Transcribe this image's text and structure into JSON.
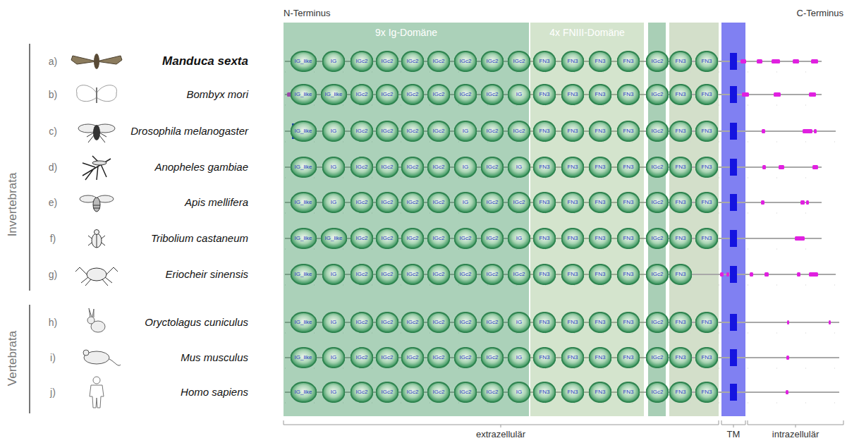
{
  "diagram": {
    "nodes": [
      {
        "text": [
          "9x Ig-Domäne"
        ]
      },
      {
        "text": [
          "4x FNIII-Domäne"
        ]
      },
      {
        "text": [
          "IG_like"
        ],
        "in": 0
      },
      {
        "text": [
          "IG"
        ],
        "in": 0
      },
      {
        "text": [
          "IGc2"
        ],
        "in": 0
      },
      {
        "text": [
          "IGc2"
        ],
        "in": 0
      },
      {
        "text": [
          "IGc2"
        ],
        "in": 0
      },
      {
        "text": [
          "IGc2"
        ],
        "in": 0
      },
      {
        "text": [
          "IGc2"
        ],
        "in": 0
      },
      {
        "text": [
          "IGc2"
        ],
        "in": 0
      },
      {
        "text": [
          "IGc2"
        ],
        "in": 0
      },
      {
        "text": [
          "FN3"
        ],
        "in": 1
      },
      {
        "text": [
          "FN3"
        ],
        "in": 1
      },
      {
        "text": [
          "FN3"
        ],
        "in": 1
      },
      {
        "text": [
          "FN3"
        ],
        "in": 1
      },
      {
        "text": [
          "IGc2"
        ]
      },
      {
        "text": [
          "FN3"
        ]
      },
      {
        "text": [
          "FN3"
        ]
      },
      {
        "text": [
          "IG_like"
        ],
        "in": 0
      },
      {
        "text": [
          "IG_like"
        ],
        "in": 0
      },
      {
        "text": [
          "IGc2"
        ],
        "in": 0
      },
      {
        "text": [
          "IGc2"
        ],
        "in": 0
      },
      {
        "text": [
          "IGc2"
        ],
        "in": 0
      },
      {
        "text": [
          "IGc2"
        ],
        "in": 0
      },
      {
        "text": [
          "IGc2"
        ],
        "in": 0
      },
      {
        "text": [
          "IGc2"
        ],
        "in": 0
      },
      {
        "text": [
          "IG"
        ],
        "in": 0
      },
      {
        "text": [
          "FN3"
        ],
        "in": 1
      },
      {
        "text": [
          "FN3"
        ],
        "in": 1
      },
      {
        "text": [
          "FN3"
        ],
        "in": 1
      },
      {
        "text": [
          "FN3"
        ],
        "in": 1
      },
      {
        "text": [
          "IGc2"
        ]
      },
      {
        "text": [
          "FN3"
        ]
      },
      {
        "text": [
          "FN3"
        ]
      },
      {
        "text": [
          "IG_like"
        ],
        "in": 0
      },
      {
        "text": [
          "IG"
        ],
        "in": 0
      },
      {
        "text": [
          "IGc2"
        ],
        "in": 0
      },
      {
        "text": [
          "IGc2"
        ],
        "in": 0
      },
      {
        "text": [
          "IGc2"
        ],
        "in": 0
      },
      {
        "text": [
          "IGc2"
        ],
        "in": 0
      },
      {
        "text": [
          "IG"
        ],
        "in": 0
      },
      {
        "text": [
          "IGc2"
        ],
        "in": 0
      },
      {
        "text": [
          "IGc2"
        ],
        "in": 0
      },
      {
        "text": [
          "FN3"
        ],
        "in": 1
      },
      {
        "text": [
          "FN3"
        ],
        "in": 1
      },
      {
        "text": [
          "FN3"
        ],
        "in": 1
      },
      {
        "text": [
          "FN3"
        ],
        "in": 1
      },
      {
        "text": [
          "IGc2"
        ]
      },
      {
        "text": [
          "FN3"
        ]
      },
      {
        "text": [
          "FN3"
        ]
      },
      {
        "text": [
          "IG_like"
        ],
        "in": 0
      },
      {
        "text": [
          "IG"
        ],
        "in": 0
      },
      {
        "text": [
          "IGc2"
        ],
        "in": 0
      },
      {
        "text": [
          "IGc2"
        ],
        "in": 0
      },
      {
        "text": [
          "IGc2"
        ],
        "in": 0
      },
      {
        "text": [
          "IGc2"
        ],
        "in": 0
      },
      {
        "text": [
          "IG"
        ],
        "in": 0
      },
      {
        "text": [
          "IGc2"
        ],
        "in": 0
      },
      {
        "text": [
          "IG"
        ],
        "in": 0
      },
      {
        "text": [
          "FN3"
        ],
        "in": 1
      },
      {
        "text": [
          "FN3"
        ],
        "in": 1
      },
      {
        "text": [
          "FN3"
        ],
        "in": 1
      },
      {
        "text": [
          "FN3"
        ],
        "in": 1
      },
      {
        "text": [
          "IGc2"
        ]
      },
      {
        "text": [
          "FN3"
        ]
      },
      {
        "text": [
          "FN3"
        ]
      },
      {
        "text": [
          "IG_like"
        ],
        "in": 0
      },
      {
        "text": [
          "IG"
        ],
        "in": 0
      },
      {
        "text": [
          "IGc2"
        ],
        "in": 0
      },
      {
        "text": [
          "IGc2"
        ],
        "in": 0
      },
      {
        "text": [
          "IGc2"
        ],
        "in": 0
      },
      {
        "text": [
          "IGc2"
        ],
        "in": 0
      },
      {
        "text": [
          "IG"
        ],
        "in": 0
      },
      {
        "text": [
          "IGc2"
        ],
        "in": 0
      },
      {
        "text": [
          "IGc2"
        ],
        "in": 0
      },
      {
        "text": [
          "FN3"
        ],
        "in": 1
      },
      {
        "text": [
          "FN3"
        ],
        "in": 1
      },
      {
        "text": [
          "FN3"
        ],
        "in": 1
      },
      {
        "text": [
          "FN3"
        ],
        "in": 1
      },
      {
        "text": [
          "IGc2"
        ]
      },
      {
        "text": [
          "FN3"
        ]
      },
      {
        "text": [
          "FN3"
        ]
      },
      {
        "text": [
          "IG_like"
        ],
        "in": 0
      },
      {
        "text": [
          "IG_like"
        ],
        "in": 0
      },
      {
        "text": [
          "IGc2"
        ],
        "in": 0
      },
      {
        "text": [
          "IGc2"
        ],
        "in": 0
      },
      {
        "text": [
          "IGc2"
        ],
        "in": 0
      },
      {
        "text": [
          "IGc2"
        ],
        "in": 0
      },
      {
        "text": [
          "IGc2"
        ],
        "in": 0
      },
      {
        "text": [
          "IGc2"
        ],
        "in": 0
      },
      {
        "text": [
          "IG"
        ],
        "in": 0
      },
      {
        "text": [
          "FN3"
        ],
        "in": 1
      },
      {
        "text": [
          "FN3"
        ],
        "in": 1
      },
      {
        "text": [
          "FN3"
        ],
        "in": 1
      },
      {
        "text": [
          "FN3"
        ],
        "in": 1
      },
      {
        "text": [
          "IGc2"
        ]
      },
      {
        "text": [
          "FN3"
        ]
      },
      {
        "text": [
          "FN3"
        ]
      },
      {
        "text": [
          "IG_like"
        ],
        "in": 0
      },
      {
        "text": [
          "IG"
        ],
        "in": 0
      },
      {
        "text": [
          "IGc2"
        ],
        "in": 0
      },
      {
        "text": [
          "IGc2"
        ],
        "in": 0
      },
      {
        "text": [
          "IGc2"
        ],
        "in": 0
      },
      {
        "text": [
          "IGc2"
        ],
        "in": 0
      },
      {
        "text": [
          "IGc2"
        ],
        "in": 0
      },
      {
        "text": [
          "IGc2"
        ],
        "in": 0
      },
      {
        "text": [
          "IGc2"
        ],
        "in": 0
      },
      {
        "text": [
          "FN3"
        ],
        "in": 1
      },
      {
        "text": [
          "FN3"
        ],
        "in": 1
      },
      {
        "text": [
          "FN3"
        ],
        "in": 1
      },
      {
        "text": [
          "FN3"
        ],
        "in": 1
      },
      {
        "text": [
          "IGc2"
        ]
      },
      {
        "text": [
          "FN3"
        ]
      },
      {
        "text": [
          "IG_like"
        ],
        "in": 0
      },
      {
        "text": [
          "IG"
        ],
        "in": 0
      },
      {
        "text": [
          "IGc2"
        ],
        "in": 0
      },
      {
        "text": [
          "IGc2"
        ],
        "in": 0
      },
      {
        "text": [
          "IGc2"
        ],
        "in": 0
      },
      {
        "text": [
          "IGc2"
        ],
        "in": 0
      },
      {
        "text": [
          "IGc2"
        ],
        "in": 0
      },
      {
        "text": [
          "IGc2"
        ],
        "in": 0
      },
      {
        "text": [
          "IG"
        ],
        "in": 0
      },
      {
        "text": [
          "FN3"
        ],
        "in": 1
      },
      {
        "text": [
          "FN3"
        ],
        "in": 1
      },
      {
        "text": [
          "FN3"
        ],
        "in": 1
      },
      {
        "text": [
          "FN3"
        ],
        "in": 1
      },
      {
        "text": [
          "IGc2"
        ]
      },
      {
        "text": [
          "FN3"
        ]
      },
      {
        "text": [
          "FN3"
        ]
      },
      {
        "text": [
          "IG_like"
        ],
        "in": 0
      },
      {
        "text": [
          "IG"
        ],
        "in": 0
      },
      {
        "text": [
          "IGc2"
        ],
        "in": 0
      },
      {
        "text": [
          "IGc2"
        ],
        "in": 0
      },
      {
        "text": [
          "IGc2"
        ],
        "in": 0
      },
      {
        "text": [
          "IGc2"
        ],
        "in": 0
      },
      {
        "text": [
          "IGc2"
        ],
        "in": 0
      },
      {
        "text": [
          "IGc2"
        ],
        "in": 0
      },
      {
        "text": [
          "IG"
        ],
        "in": 0
      },
      {
        "text": [
          "FN3"
        ],
        "in": 1
      },
      {
        "text": [
          "FN3"
        ],
        "in": 1
      },
      {
        "text": [
          "FN3"
        ],
        "in": 1
      },
      {
        "text": [
          "FN3"
        ],
        "in": 1
      },
      {
        "text": [
          "IGc2"
        ]
      },
      {
        "text": [
          "FN3"
        ]
      },
      {
        "text": [
          "FN3"
        ]
      },
      {
        "text": [
          "IG_like"
        ],
        "in": 0
      },
      {
        "text": [
          "IG"
        ],
        "in": 0
      },
      {
        "text": [
          "IGc2"
        ],
        "in": 0
      },
      {
        "text": [
          "IGc2"
        ],
        "in": 0
      },
      {
        "text": [
          "IGc2"
        ],
        "in": 0
      },
      {
        "text": [
          "IGc2"
        ],
        "in": 0
      },
      {
        "text": [
          "IGc2"
        ],
        "in": 0
      },
      {
        "text": [
          "IGc2"
        ],
        "in": 0
      },
      {
        "text": [
          "IG"
        ],
        "in": 0
      },
      {
        "text": [
          "FN3"
        ],
        "in": 1
      },
      {
        "text": [
          "FN3"
        ],
        "in": 1
      },
      {
        "text": [
          "FN3"
        ],
        "in": 1
      },
      {
        "text": [
          "FN3"
        ],
        "in": 1
      },
      {
        "text": [
          "IGc2"
        ]
      },
      {
        "text": [
          "FN3"
        ]
      },
      {
        "text": [
          "FN3"
        ]
      }
    ],
    "labels": [
      "N-Terminus",
      "C-Terminus",
      "a)",
      "Manduca sexta",
      "b)",
      "Bombyx mori",
      "c)",
      "Drosophila melanogaster",
      "d)",
      "Anopheles gambiae",
      "e)",
      "Apis mellifera",
      "f)",
      "Tribolium castaneum",
      "g)",
      "Eriocheir sinensis",
      "h)",
      "Oryctolagus cuniculus",
      "i)",
      "Mus musculus",
      "j)",
      "Homo sapiens",
      "Invertebrata",
      "Vertebrata",
      "extrazellulär",
      "TM",
      "intrazellulär"
    ]
  }
}
